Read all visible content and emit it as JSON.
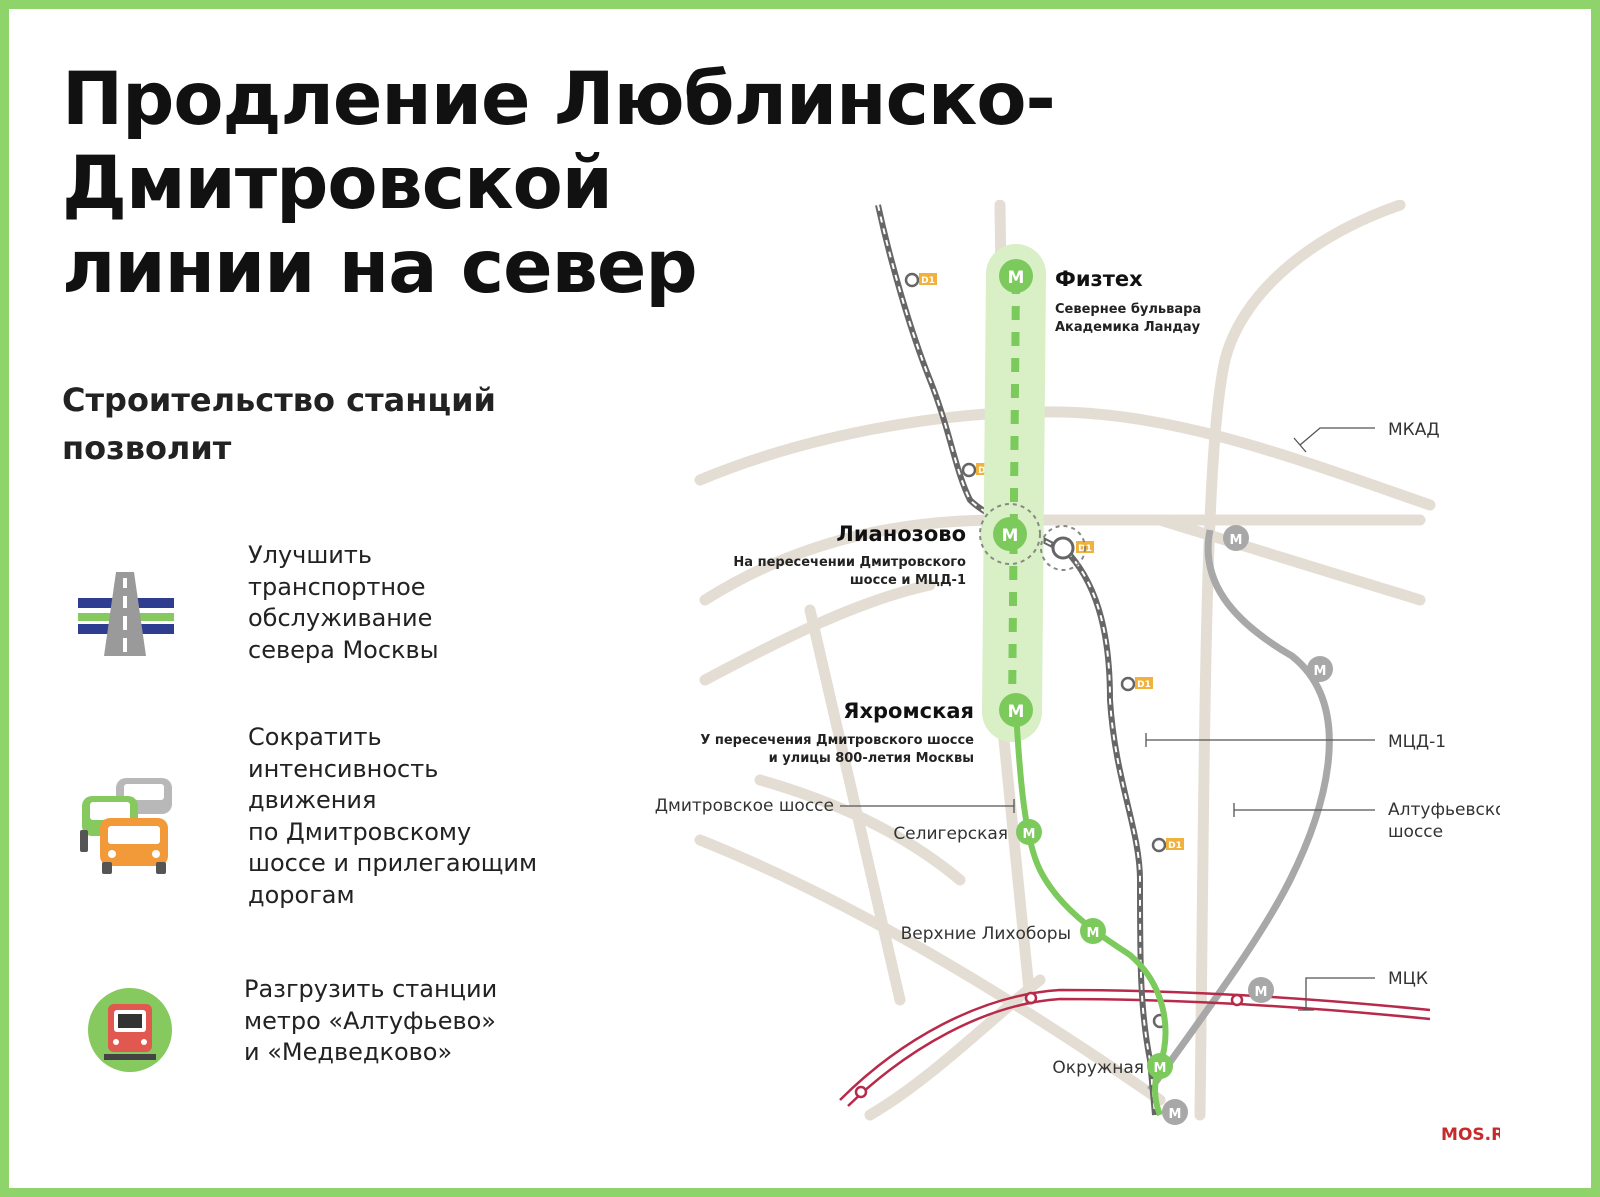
{
  "title": {
    "line1": "Продление Люблинско-Дмитровской",
    "line2": "линии на север"
  },
  "subtitle": {
    "line1": "Строительство станций",
    "line2": "позволит"
  },
  "benefits": [
    {
      "icon": "highway-interchange-icon",
      "lines": [
        "Улучшить",
        "транспортное",
        "обслуживание",
        "севера Москвы"
      ]
    },
    {
      "icon": "traffic-cars-icon",
      "lines": [
        "Сократить",
        "интенсивность",
        "движения",
        "по Дмитровскому",
        "шоссе и прилегающим",
        "дорогам"
      ]
    },
    {
      "icon": "metro-train-icon",
      "lines": [
        "Разгрузить станции",
        "метро «Алтуфьево»",
        "и «Медведково»"
      ]
    }
  ],
  "map": {
    "new_stations": [
      {
        "name": "Физтех",
        "note": [
          "Севернее бульвара",
          "Академика Ландау"
        ]
      },
      {
        "name": "Лианозово",
        "note": [
          "На пересечении Дмитровского",
          "шоссе и МЦД-1"
        ]
      },
      {
        "name": "Яхромская",
        "note": [
          "У пересечения Дмитровского шоссе",
          "и улицы 800-летия Москвы"
        ]
      }
    ],
    "existing_stations": [
      "Селигерская",
      "Верхние Лихоборы",
      "Окружная"
    ],
    "callouts": [
      "МКАД",
      "МЦД-1",
      "Алтуфьевское",
      "шоссе",
      "МЦК",
      "Дмитровское шоссе"
    ],
    "d1_badge": "D1",
    "metro_symbol": "М",
    "brand": "MOS.RU",
    "colors": {
      "line_green": "#7cc95c",
      "new_corridor": "#d9efc6",
      "mcd1_gray": "#666666",
      "mck_red": "#b72a4a",
      "roads": "#e4ddd3",
      "serpukhov_gray": "#a8a8a8",
      "d1_yellow": "#f0b23c",
      "frame_green": "#8fd36b"
    }
  }
}
